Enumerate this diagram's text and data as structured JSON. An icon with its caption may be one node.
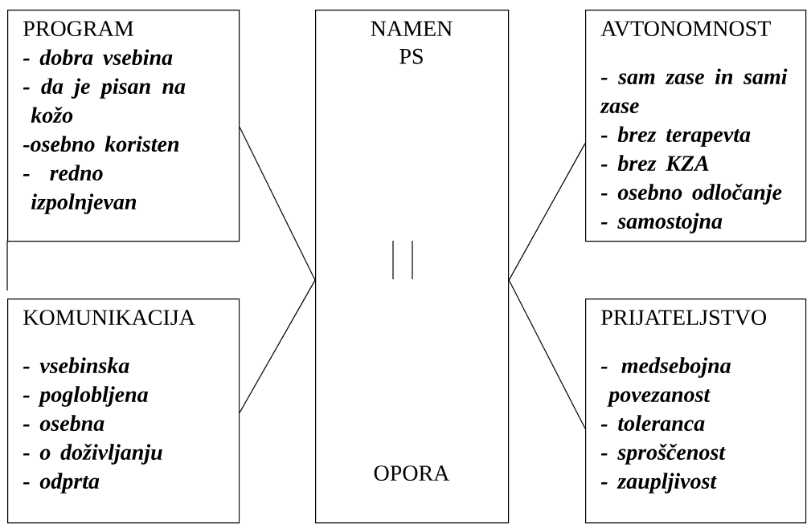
{
  "diagram": {
    "nodes": [
      {
        "text": [
          "PROGRAM",
          "- dobra vsebina",
          "- da je pisan na kožo",
          "-osebno koristen",
          "- redno izpolnjevan"
        ]
      },
      {
        "text": [
          "KOMUNIKACIJA",
          "- vsebinska",
          "- poglobljena",
          "- osebna",
          "- o doživljanju",
          "- odprta"
        ]
      },
      {
        "text": [
          "NAMEN PS",
          "OPORA"
        ]
      },
      {
        "text": [
          "AVTONOMNOST",
          "- sam zase in sami zase",
          "- brez terapevta",
          "- brez KZA",
          "- osebno odločanje",
          "- samostojna"
        ]
      },
      {
        "text": [
          "PRIJATELJSTVO",
          "- medsebojna povezanost",
          "- toleranca",
          "- sproščenost",
          "- zaupljivost"
        ]
      }
    ],
    "edges": [
      {
        "from": 0,
        "to": 2,
        "arrow": "none"
      },
      {
        "from": 1,
        "to": 2,
        "arrow": "none"
      },
      {
        "from": 3,
        "to": 2,
        "arrow": "none"
      },
      {
        "from": 4,
        "to": 2,
        "arrow": "none"
      }
    ]
  }
}
